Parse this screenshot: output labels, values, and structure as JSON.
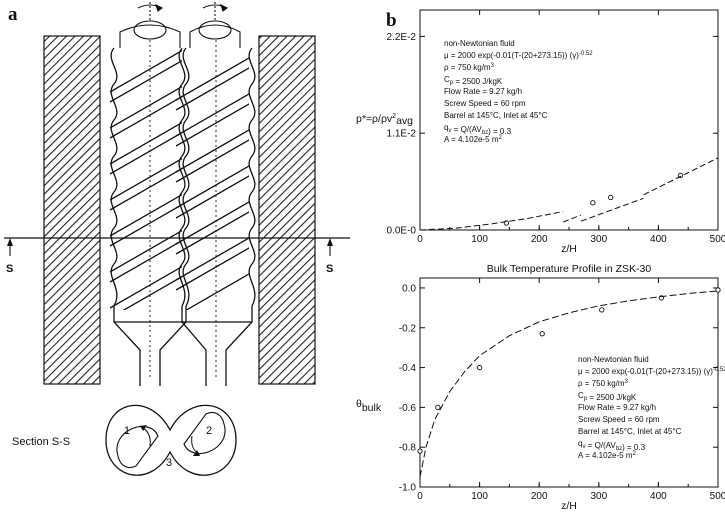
{
  "figure": {
    "panel_a_label": "a",
    "panel_b_label": "b",
    "section_marker": "S",
    "section_caption": "Section S-S",
    "lobe_labels": [
      "1",
      "2",
      "3"
    ]
  },
  "chart_data": [
    {
      "type": "scatter",
      "title": "",
      "xlabel": "z/H",
      "ylabel_parts": [
        "p*=ρ/ρv",
        "2",
        "avg"
      ],
      "xlim": [
        0,
        500
      ],
      "ylim": [
        0,
        0.025
      ],
      "xticks": [
        0,
        100,
        200,
        300,
        400,
        500
      ],
      "xtick_labels": [
        "0",
        "100",
        "200",
        "300",
        "400",
        "500"
      ],
      "yticks": [
        0,
        0.011,
        0.022
      ],
      "ytick_labels": [
        "0.0E-0",
        "1.1E-2",
        "2.2E-2"
      ],
      "grid": false,
      "annotation": [
        [
          {
            "t": "non-Newtonian fluid"
          }
        ],
        [
          {
            "t": "μ = 2000 exp(-0.01(T-(20+273.15)) (γ)"
          },
          {
            "t": "-0.52",
            "sup": true
          }
        ],
        [
          {
            "t": "ρ = 750 kg/m"
          },
          {
            "t": "3",
            "sup": true
          }
        ],
        [
          {
            "t": "C"
          },
          {
            "t": "p",
            "sub": true
          },
          {
            "t": " = 2500 J/kgK"
          }
        ],
        [
          {
            "t": "Flow Rate = 9.27 kg/h"
          }
        ],
        [
          {
            "t": "Screw Speed = 60 rpm"
          }
        ],
        [
          {
            "t": "Barrel at 145°C, Inlet at 45°C"
          }
        ],
        [
          {
            "t": "q"
          },
          {
            "t": "v",
            "sub": true
          },
          {
            "t": " = Q/(AV"
          },
          {
            "t": "bz",
            "sub": true
          },
          {
            "t": ") = 0.3"
          }
        ],
        [
          {
            "t": "A = 4.102e-5 m"
          },
          {
            "t": "2",
            "sup": true
          }
        ]
      ],
      "series": [
        {
          "style": "points",
          "x": [
            145,
            290,
            320,
            437
          ],
          "y": [
            0.0008,
            0.0031,
            0.0037,
            0.0062
          ]
        },
        {
          "style": "dashed",
          "segments": [
            {
              "x": [
                0,
                60
              ],
              "y": [
                0.0,
                0.0002
              ]
            },
            {
              "x": [
                60,
                120
              ],
              "y": [
                0.0002,
                0.0007
              ]
            },
            {
              "x": [
                120,
                180
              ],
              "y": [
                0.0007,
                0.0013
              ]
            },
            {
              "x": [
                180,
                240
              ],
              "y": [
                0.0013,
                0.0021
              ]
            },
            {
              "x": [
                240,
                270
              ],
              "y": [
                0.0009,
                0.0017
              ]
            },
            {
              "x": [
                270,
                375
              ],
              "y": [
                0.001,
                0.0036
              ]
            },
            {
              "x": [
                375,
                500
              ],
              "y": [
                0.004,
                0.0082
              ]
            }
          ]
        }
      ]
    },
    {
      "type": "line",
      "title": "Bulk Temperature Profile in ZSK-30",
      "xlabel": "z/H",
      "ylabel_parts": [
        "θ",
        "bulk"
      ],
      "xlim": [
        0,
        500
      ],
      "ylim": [
        -1.0,
        0.05
      ],
      "xticks": [
        0,
        100,
        200,
        300,
        400,
        500
      ],
      "xtick_labels": [
        "0",
        "100",
        "200",
        "300",
        "400",
        "500"
      ],
      "yticks": [
        0.0,
        -0.2,
        -0.4,
        -0.6,
        -0.8,
        -1.0
      ],
      "ytick_labels": [
        "0.0",
        "-0.2",
        "-0.4",
        "-0.6",
        "-0.8",
        "-1.0"
      ],
      "grid": false,
      "annotation": [
        [
          {
            "t": "non-Newtonian fluid"
          }
        ],
        [
          {
            "t": "μ = 2000 exp(-0.01(T-(20+273.15)) (γ)"
          },
          {
            "t": "-0.52",
            "sup": true
          }
        ],
        [
          {
            "t": "ρ = 750 kg/m"
          },
          {
            "t": "3",
            "sup": true
          }
        ],
        [
          {
            "t": "C"
          },
          {
            "t": "p",
            "sub": true
          },
          {
            "t": " = 2500 J/kgK"
          }
        ],
        [
          {
            "t": "Flow Rate = 9.27 kg/h"
          }
        ],
        [
          {
            "t": "Screw Speed = 60 rpm"
          }
        ],
        [
          {
            "t": "Barrel at 145°C, Inlet at 45°C"
          }
        ],
        [
          {
            "t": "q"
          },
          {
            "t": "v",
            "sub": true
          },
          {
            "t": " = Q/(AV"
          },
          {
            "t": "bz",
            "sub": true
          },
          {
            "t": ") = 0.3"
          }
        ],
        [
          {
            "t": "A = 4.102e-5 m"
          },
          {
            "t": "2",
            "sup": true
          }
        ]
      ],
      "series": [
        {
          "style": "points",
          "x": [
            0,
            30,
            100,
            205,
            305,
            405,
            500
          ],
          "y": [
            -0.82,
            -0.6,
            -0.4,
            -0.23,
            -0.11,
            -0.05,
            -0.01
          ]
        },
        {
          "style": "dashed",
          "x": [
            0,
            10,
            25,
            50,
            75,
            100,
            150,
            200,
            250,
            300,
            350,
            400,
            450,
            500
          ],
          "y": [
            -0.95,
            -0.8,
            -0.66,
            -0.52,
            -0.42,
            -0.34,
            -0.24,
            -0.17,
            -0.125,
            -0.09,
            -0.065,
            -0.045,
            -0.028,
            -0.015
          ]
        }
      ]
    }
  ]
}
